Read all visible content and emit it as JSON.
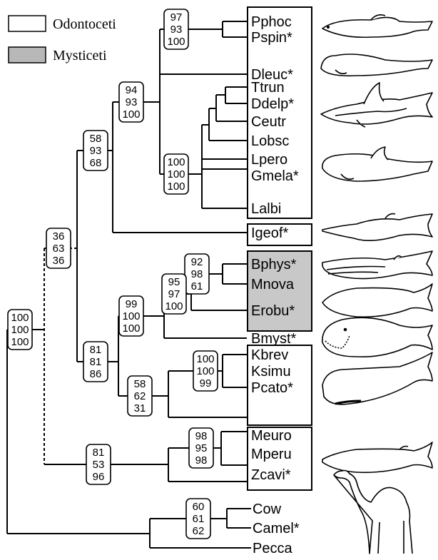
{
  "legend": {
    "items": [
      {
        "label": "Odontoceti",
        "fill": "#ffffff"
      },
      {
        "label": "Mysticeti",
        "fill": "#b8b8b8"
      }
    ]
  },
  "colors": {
    "line": "#000000",
    "mysticeti_fill": "#c8c8c8",
    "box_fill": "#ffffff"
  },
  "taxa": [
    "Pphoc",
    "Pspin*",
    "Dleuc*",
    "Ttrun",
    "Ddelp*",
    "Ceutr",
    "Lobsc",
    "Lpero",
    "Gmela*",
    "Lalbi",
    "Igeof*",
    "Bphys*",
    "Mnova",
    "Erobu*",
    "Bmyst*",
    "Kbrev",
    "Ksimu",
    "Pcato*",
    "Meuro",
    "Mperu",
    "Zcavi*",
    "Cow",
    "Camel*",
    "Pecca"
  ],
  "support": [
    {
      "node": "Pphoc+Pspin",
      "values": [
        "97",
        "93",
        "100"
      ]
    },
    {
      "node": "delphinids",
      "values": [
        "100",
        "100",
        "100"
      ]
    },
    {
      "node": "delphinoids",
      "values": [
        "94",
        "93",
        "100"
      ]
    },
    {
      "node": "delphinoids+Igeof",
      "values": [
        "58",
        "93",
        "68"
      ]
    },
    {
      "node": "odontocete-mysticete",
      "values": [
        "36",
        "63",
        "36"
      ]
    },
    {
      "node": "Bphys+Mnova",
      "values": [
        "92",
        "98",
        "61"
      ]
    },
    {
      "node": "Bphys+Mnova+Erobu",
      "values": [
        "95",
        "97",
        "100"
      ]
    },
    {
      "node": "mysticetes",
      "values": [
        "99",
        "100",
        "100"
      ]
    },
    {
      "node": "Kogia",
      "values": [
        "100",
        "100",
        "99"
      ]
    },
    {
      "node": "Kogia+Pcato",
      "values": [
        "58",
        "62",
        "31"
      ]
    },
    {
      "node": "mysticetes+physeteroids",
      "values": [
        "81",
        "81",
        "86"
      ]
    },
    {
      "node": "Meuro+Mperu",
      "values": [
        "98",
        "95",
        "98"
      ]
    },
    {
      "node": "beaked",
      "values": [
        "81",
        "53",
        "96"
      ]
    },
    {
      "node": "Cow+Camel",
      "values": [
        "60",
        "61",
        "62"
      ]
    },
    {
      "node": "root",
      "values": [
        "100",
        "100",
        "100"
      ]
    }
  ],
  "icons": [
    "porpoise-icon",
    "beluga-icon",
    "dolphin-icon",
    "pilot-whale-icon",
    "river-dolphin-icon",
    "fin-whale-icon",
    "gray-whale-icon",
    "bowhead-whale-icon",
    "sperm-whale-icon",
    "beaked-whale-icon",
    "camel-icon"
  ]
}
